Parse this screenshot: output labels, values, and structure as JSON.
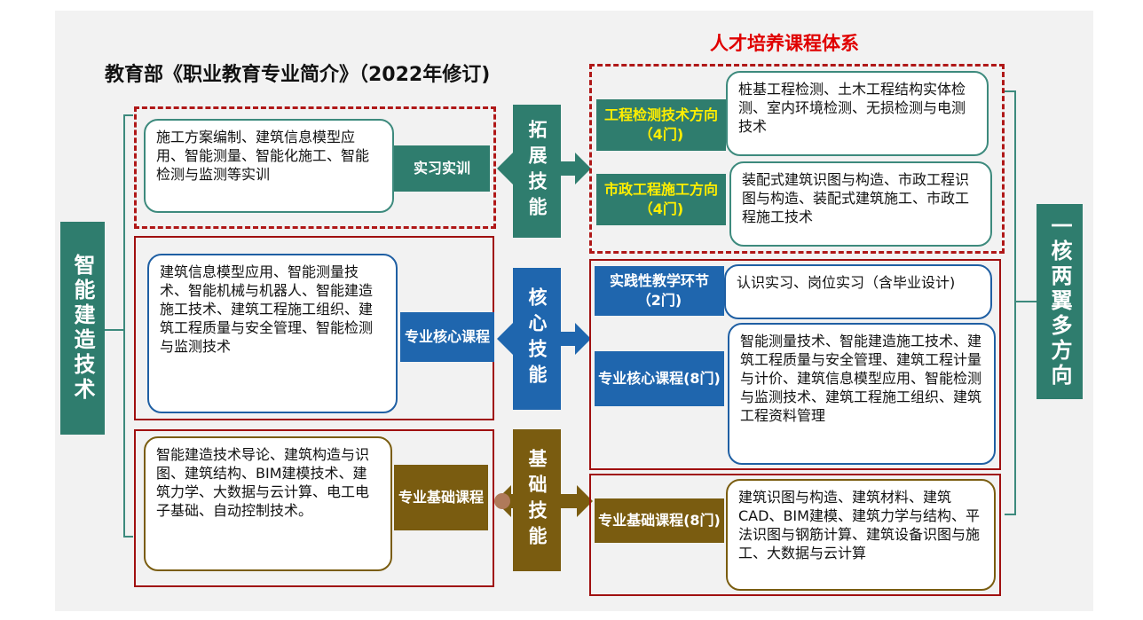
{
  "titles": {
    "main": "教育部《职业教育专业简介》（2022年修订)",
    "right": "人才培养课程体系"
  },
  "left_side": "智能建造技术",
  "right_side": "一核两翼多方向",
  "top_row": {
    "text": "施工方案编制、建筑信息模型应用、智能测量、智能化施工、智能检测与监测等实训",
    "label": "实习实训",
    "skill": "拓展技能"
  },
  "mid_row": {
    "text": "建筑信息模型应用、智能测量技术、智能机械与机器人、智能建造施工技术、建筑工程施工组织、建筑工程质量与安全管理、智能检测与监测技术",
    "label": "专业核心课程",
    "skill": "核心技能"
  },
  "bot_row": {
    "text": "智能建造技术导论、建筑构造与识图、建筑结构、BIM建模技术、建筑力学、大数据与云计算、电工电子基础、自动控制技术。",
    "label": "专业基础课程",
    "skill": "基础技能"
  },
  "right_items": [
    {
      "label": "工程检测技术方向（4门)",
      "text": "桩基工程检测、土木工程结构实体检测、室内环境检测、无损检测与电测技术"
    },
    {
      "label": "市政工程施工方向（4门)",
      "text": "装配式建筑识图与构造、市政工程识图与构造、装配式建筑施工、市政工程施工技术"
    },
    {
      "label": "实践性教学环节（2门)",
      "text": "认识实习、岗位实习（含毕业设计)"
    },
    {
      "label": "专业核心课程(8门)",
      "text": "智能测量技术、智能建造施工技术、建筑工程质量与安全管理、建筑工程计量与计价、建筑信息模型应用、智能检测与监测技术、建筑工程施工组织、建筑工程资料管理"
    },
    {
      "label": "专业基础课程(8门)",
      "text": "建筑识图与构造、建筑材料、建筑CAD、BIM建模、建筑力学与结构、平法识图与钢筋计算、建筑设备识图与施工、大数据与云计算"
    }
  ],
  "colors": {
    "teal": "#2f7d6e",
    "blue": "#1f66ae",
    "brown": "#7a5c10",
    "red": "#b01818"
  }
}
